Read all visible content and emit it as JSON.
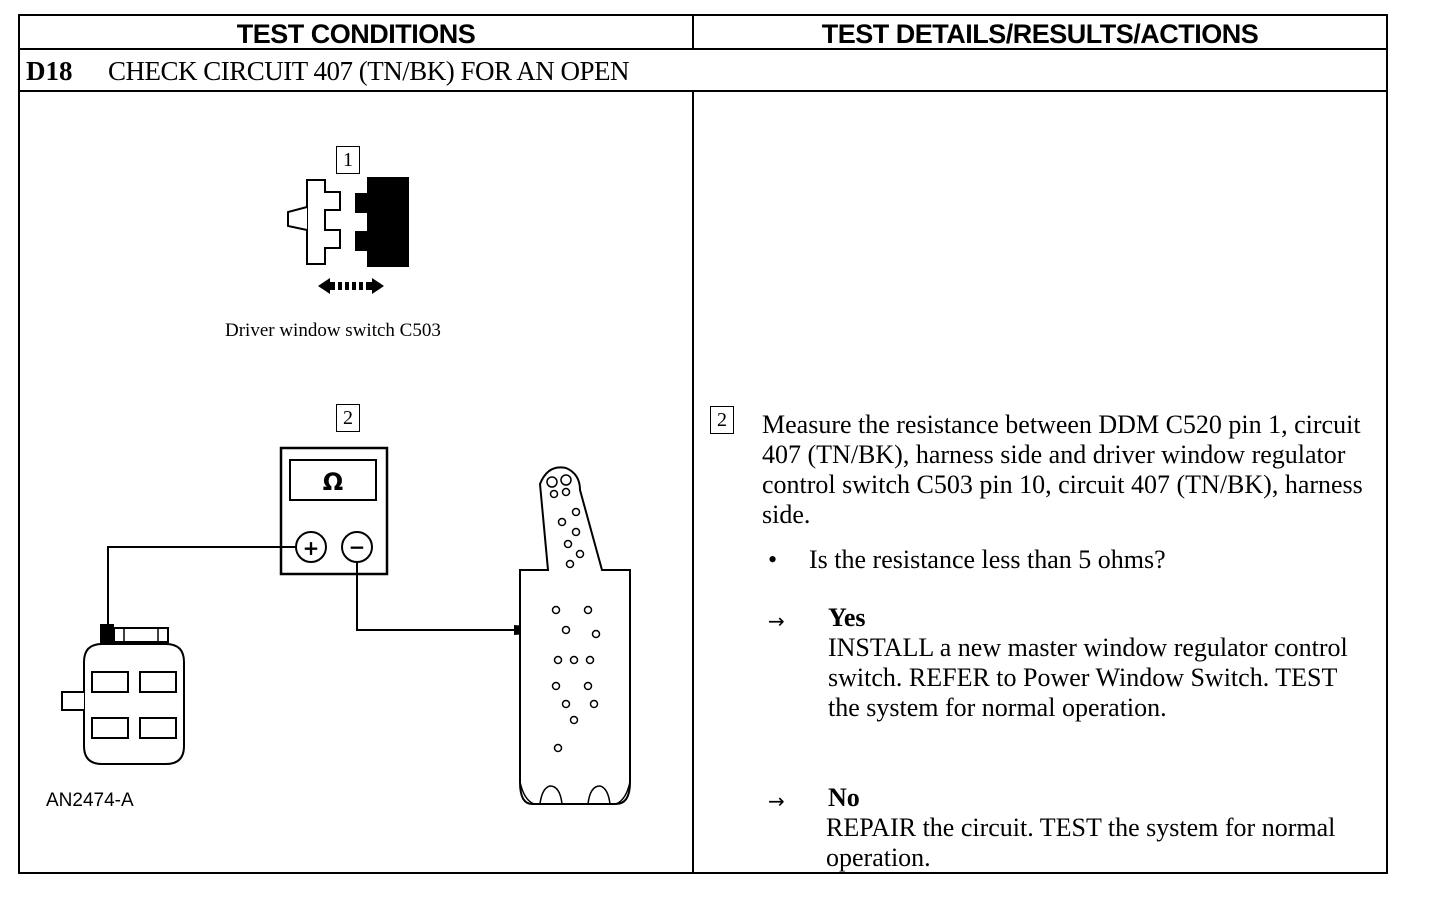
{
  "header": {
    "left": "TEST CONDITIONS",
    "right": "TEST DETAILS/RESULTS/ACTIONS"
  },
  "step": {
    "id": "D18",
    "title": "CHECK CIRCUIT 407 (TN/BK) FOR AN OPEN"
  },
  "figure": {
    "step1_number": "1",
    "step1_caption": "Driver window switch C503",
    "step2_number": "2",
    "meter_symbol": "Ω",
    "plus_symbol": "+",
    "minus_symbol": "−",
    "figure_id": "AN2474-A",
    "icons": [
      "connector-icon",
      "double-arrow-icon",
      "ohmmeter-icon",
      "harness-connector-icon",
      "window-switch-icon"
    ]
  },
  "details": {
    "step_number": "2",
    "instruction": "Measure the resistance between DDM C520 pin 1, circuit 407 (TN/BK), harness side and driver window regulator control switch C503 pin 10, circuit 407 (TN/BK), harness side.",
    "bullet": "•",
    "question": "Is the resistance less than 5 ohms?",
    "arrow": "→",
    "yes_label": "Yes",
    "yes_action": "INSTALL a new master window regulator control switch. REFER to Power Window Switch. TEST the system for normal operation.",
    "no_label": "No",
    "no_action": "REPAIR the circuit. TEST the system for normal operation."
  }
}
